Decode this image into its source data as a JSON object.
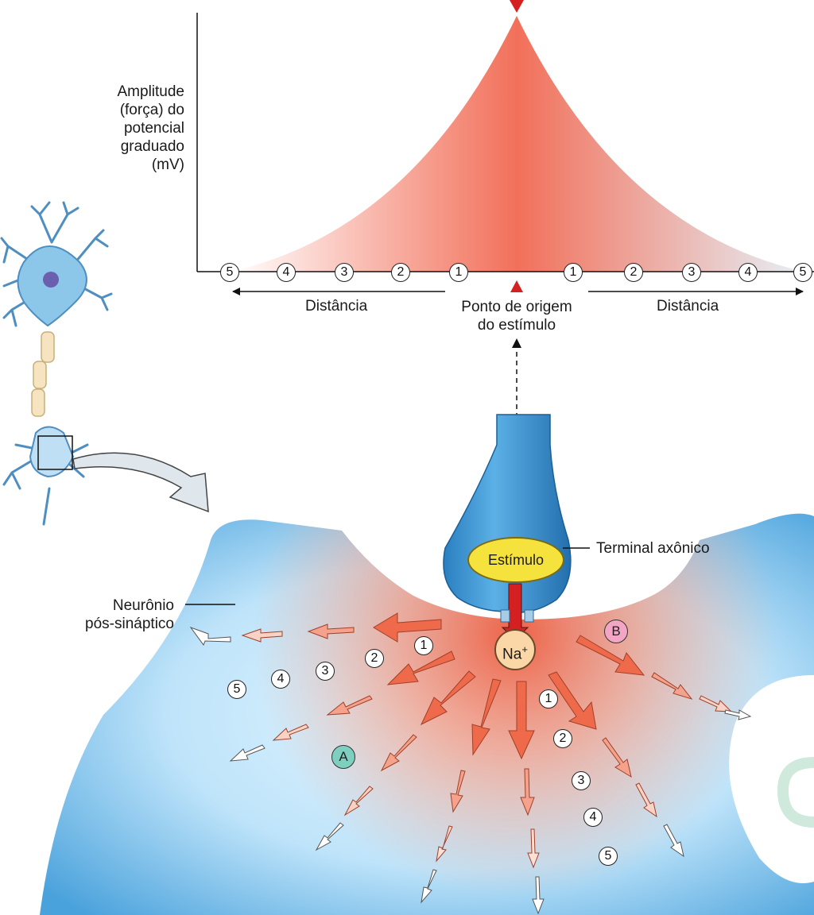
{
  "graph": {
    "y_axis_label_lines": [
      "Amplitude",
      "(força) do",
      "potencial",
      "graduado",
      "(mV)"
    ],
    "distance_left": "Distância",
    "distance_right": "Distância",
    "origin_label_line1": "Ponto de origem",
    "origin_label_line2": "do estímulo",
    "axis_markers": [
      "5",
      "4",
      "3",
      "2",
      "1",
      "1",
      "2",
      "3",
      "4",
      "5"
    ]
  },
  "labels": {
    "terminal": "Terminal axônico",
    "stimulus": "Estímulo",
    "postsynaptic_line1": "Neurônio",
    "postsynaptic_line2": "pós-sináptico",
    "ion": "Na",
    "ion_charge": "+"
  },
  "markers": {
    "left_numbers": [
      "1",
      "2",
      "3",
      "4",
      "5"
    ],
    "bottom_numbers": [
      "1",
      "2",
      "3",
      "4",
      "5"
    ],
    "badge_a": "A",
    "badge_b": "B"
  },
  "colors": {
    "peak": "#f2705a",
    "neuron": "#8cc6e8",
    "postsynaptic": "#3f9fdc",
    "myelin": "#f6e3c0",
    "stimulus": "#f5e23c",
    "badge_a": "#7fcfc0",
    "badge_b": "#f2a6c4",
    "origin_marker": "#d42020"
  }
}
